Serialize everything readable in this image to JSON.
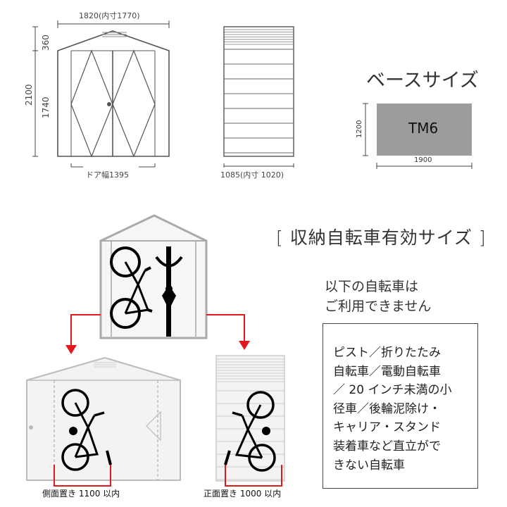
{
  "dimensions": {
    "front_width": "1820(内寸1770)",
    "roof_height": "360",
    "total_height": "2100",
    "wall_height": "1740",
    "door_width": "ドア幅1395",
    "side_width": "1085(内寸 1020)"
  },
  "base": {
    "title": "ベースサイズ",
    "model": "TM6",
    "width": "1900",
    "depth": "1200",
    "fill_color": "#9c9c9f"
  },
  "storage": {
    "title": "[ 収納自転車有効サイズ ]",
    "notice_lines": [
      "以下の自転車は",
      "ご利用できません"
    ],
    "exclusion_lines": [
      "ピスト／折りたたみ",
      "自転車／電動自転車",
      "／ 20 インチ未満の小",
      "径車／後輪泥除け・",
      "キャリア・スタンド",
      "装着車など直立がで",
      "きない自転車"
    ],
    "side_caption": "側面置き 1100 以内",
    "front_caption": "正面置き 1000 以内",
    "accent_color": "#e3181c"
  },
  "icons": {
    "bicycle": "bicycle-icon",
    "arrow": "arrow-down-icon"
  }
}
